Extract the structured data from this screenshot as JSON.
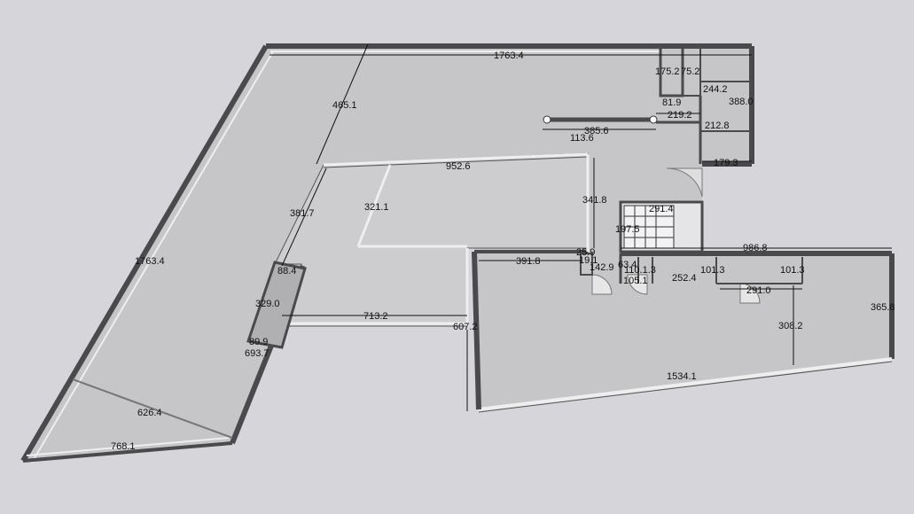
{
  "colors": {
    "background": "#d6d5da",
    "floor": "#c6c6c9",
    "wall": "#4a4a4c",
    "wall_light": "#eeeeee",
    "dimension": "#111111"
  },
  "labels": {
    "top_wall": "1763.4",
    "left_wall": "1763.4",
    "diag_upper": "465.1",
    "diag_mid": "381.7",
    "diag_inner": "321.1",
    "inner_top": "952.6",
    "inner_right": "341.8",
    "room_a": "175.2",
    "room_b": "75.2",
    "room_c": "81.9",
    "room_d": "244.2",
    "room_e": "388.0",
    "room_f": "219.2",
    "room_g": "212.8",
    "room_h": "179.3",
    "beam_len": "385.6",
    "beam_off": "113.6",
    "stair_w": "291.4",
    "stair_h": "197.5",
    "right_top": "986.8",
    "lower_wall": "391.8",
    "small_a": "25.9",
    "small_b": "19.1",
    "small_c": "142.9",
    "small_d": "63.4",
    "small_e": "110.1.3",
    "small_f": "105.1",
    "small_g": "252.4",
    "small_h": "101.3",
    "small_i": "101.3",
    "small_j": "291.0",
    "right_side": "365.8",
    "right_inner": "308.2",
    "col_w": "88.4",
    "col_h": "329.0",
    "inner_bottom": "713.2",
    "step_down": "607.2",
    "post_a": "89.9",
    "post_b": "693.7",
    "bottom_long": "1534.1",
    "left_bay": "626.4",
    "bottom_left": "768.1"
  }
}
